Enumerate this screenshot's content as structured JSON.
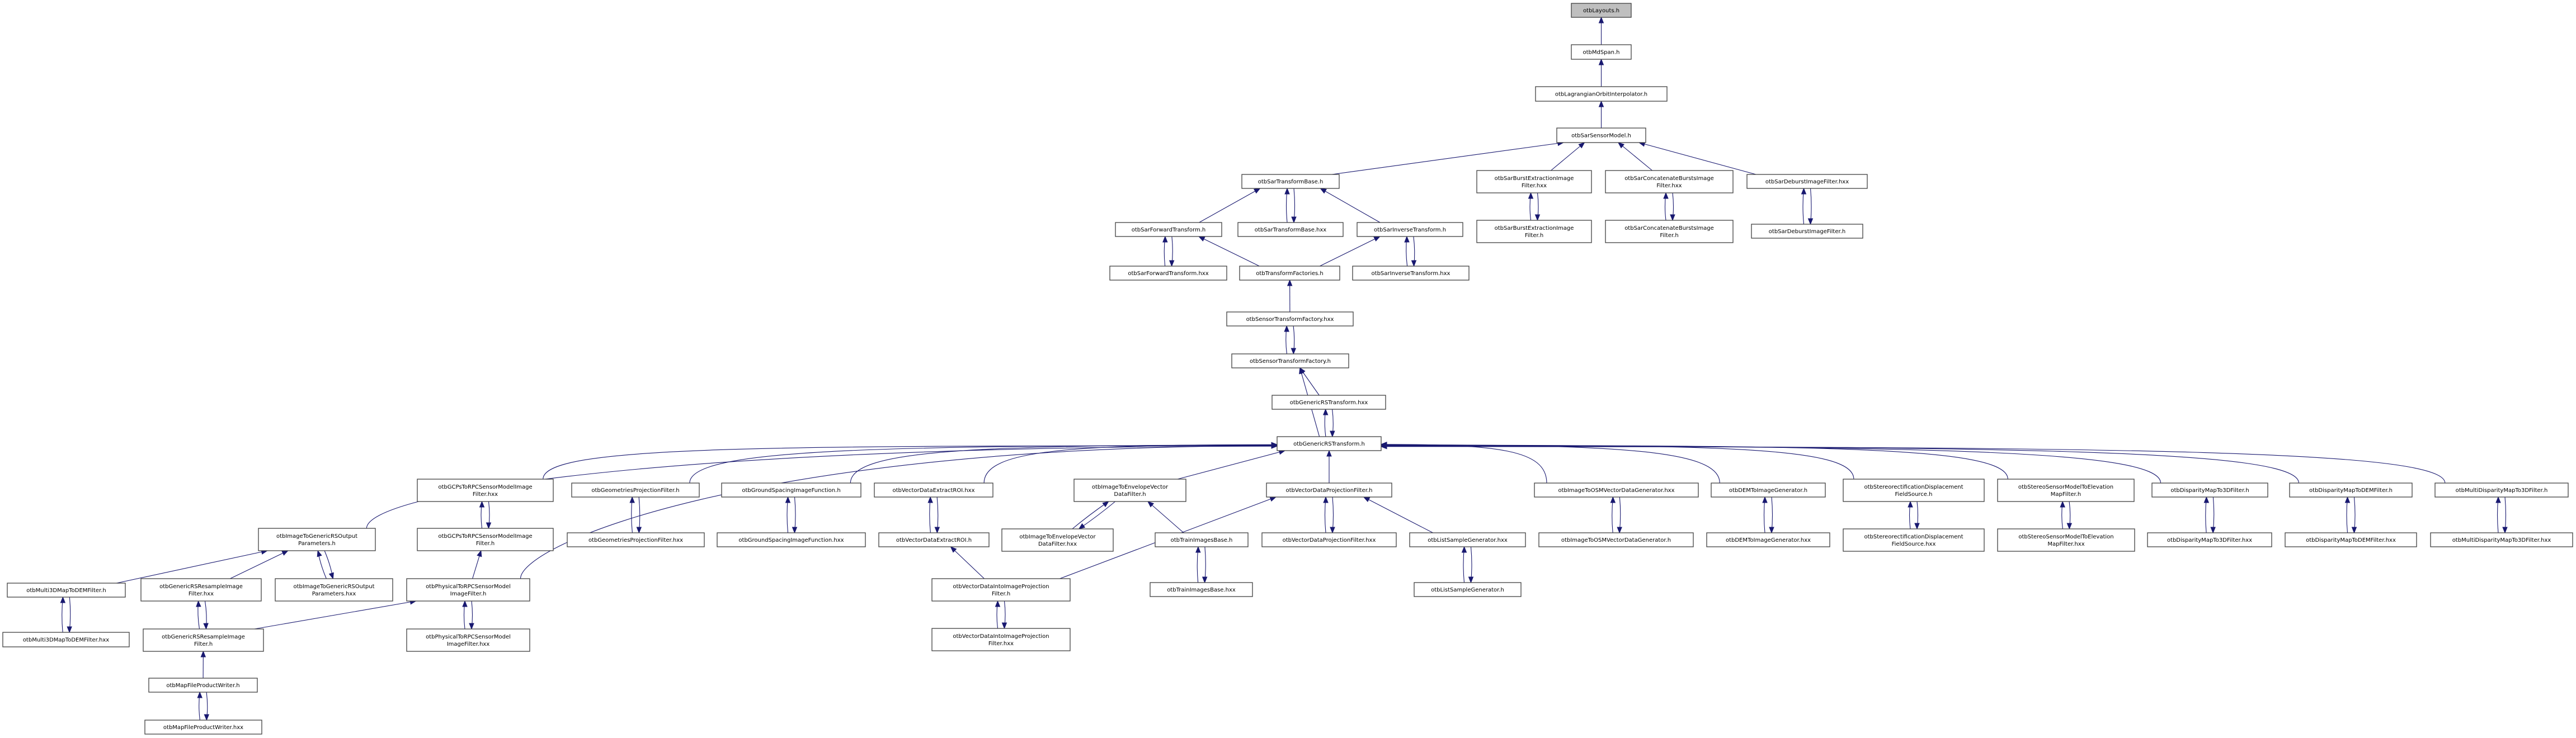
{
  "title": "otbLayouts.h include dependency graph",
  "colors": {
    "edge": "#191970",
    "root_fill": "#bfbfbf",
    "node_fill": "#ffffff",
    "node_border": "#404040"
  },
  "nodes": [
    {
      "id": "layouts_h",
      "lines": [
        "otbLayouts.h"
      ],
      "root": true
    },
    {
      "id": "mdspan_h",
      "lines": [
        "otbMdSpan.h"
      ]
    },
    {
      "id": "lagrange_h",
      "lines": [
        "otbLagrangianOrbitInterpolator.h"
      ]
    },
    {
      "id": "sarsensor_h",
      "lines": [
        "otbSarSensorModel.h"
      ]
    },
    {
      "id": "sartb_h",
      "lines": [
        "otbSarTransformBase.h"
      ]
    },
    {
      "id": "sarburst_hxx",
      "lines": [
        "otbSarBurstExtractionImage",
        "Filter.hxx"
      ]
    },
    {
      "id": "sarconcat_hxx",
      "lines": [
        "otbSarConcatenateBurstsImage",
        "Filter.hxx"
      ]
    },
    {
      "id": "sardeburst_hxx",
      "lines": [
        "otbSarDeburstImageFilter.hxx"
      ]
    },
    {
      "id": "sarfwd_h",
      "lines": [
        "otbSarForwardTransform.h"
      ]
    },
    {
      "id": "sartb_hxx",
      "lines": [
        "otbSarTransformBase.hxx"
      ]
    },
    {
      "id": "sarinv_h",
      "lines": [
        "otbSarInverseTransform.h"
      ]
    },
    {
      "id": "sarburst_h",
      "lines": [
        "otbSarBurstExtractionImage",
        "Filter.h"
      ]
    },
    {
      "id": "sarconcat_h",
      "lines": [
        "otbSarConcatenateBurstsImage",
        "Filter.h"
      ]
    },
    {
      "id": "sardeburst_h",
      "lines": [
        "otbSarDeburstImageFilter.h"
      ]
    },
    {
      "id": "sarfwd_hxx",
      "lines": [
        "otbSarForwardTransform.hxx"
      ]
    },
    {
      "id": "tfactories_h",
      "lines": [
        "otbTransformFactories.h"
      ]
    },
    {
      "id": "sarinv_hxx",
      "lines": [
        "otbSarInverseTransform.hxx"
      ]
    },
    {
      "id": "stf_hxx",
      "lines": [
        "otbSensorTransformFactory.hxx"
      ]
    },
    {
      "id": "stf_h",
      "lines": [
        "otbSensorTransformFactory.h"
      ]
    },
    {
      "id": "grst_hxx",
      "lines": [
        "otbGenericRSTransform.hxx"
      ]
    },
    {
      "id": "grst_h",
      "lines": [
        "otbGenericRSTransform.h"
      ]
    },
    {
      "id": "igrsop_h",
      "lines": [
        "otbImageToGenericRSOutput",
        "Parameters.h"
      ]
    },
    {
      "id": "gcps_hxx",
      "lines": [
        "otbGCPsToRPCSensorModelImage",
        "Filter.hxx"
      ]
    },
    {
      "id": "geomproj_h",
      "lines": [
        "otbGeometriesProjectionFilter.h"
      ]
    },
    {
      "id": "groundsp_h",
      "lines": [
        "otbGroundSpacingImageFunction.h"
      ]
    },
    {
      "id": "vderoi_hxx",
      "lines": [
        "otbVectorDataExtractROI.hxx"
      ]
    },
    {
      "id": "imgenv_h",
      "lines": [
        "otbImageToEnvelopeVector",
        "DataFilter.h"
      ]
    },
    {
      "id": "vdproj_h",
      "lines": [
        "otbVectorDataProjectionFilter.h"
      ]
    },
    {
      "id": "imgosm_hxx",
      "lines": [
        "otbImageToOSMVectorDataGenerator.hxx"
      ]
    },
    {
      "id": "demimg_h",
      "lines": [
        "otbDEMToImageGenerator.h"
      ]
    },
    {
      "id": "stereorect_h",
      "lines": [
        "otbStereorectificationDisplacement",
        "FieldSource.h"
      ]
    },
    {
      "id": "stereosm_h",
      "lines": [
        "otbStereoSensorModelToElevation",
        "MapFilter.h"
      ]
    },
    {
      "id": "disp3d_h",
      "lines": [
        "otbDisparityMapTo3DFilter.h"
      ]
    },
    {
      "id": "dispdem_h",
      "lines": [
        "otbDisparityMapToDEMFilter.h"
      ]
    },
    {
      "id": "multidisp_h",
      "lines": [
        "otbMultiDisparityMapTo3DFilter.h"
      ]
    },
    {
      "id": "gcps_h",
      "lines": [
        "otbGCPsToRPCSensorModelImage",
        "Filter.h"
      ]
    },
    {
      "id": "geomproj_hxx",
      "lines": [
        "otbGeometriesProjectionFilter.hxx"
      ]
    },
    {
      "id": "groundsp_hxx",
      "lines": [
        "otbGroundSpacingImageFunction.hxx"
      ]
    },
    {
      "id": "vderoi_h",
      "lines": [
        "otbVectorDataExtractROI.h"
      ]
    },
    {
      "id": "imgenv_hxx",
      "lines": [
        "otbImageToEnvelopeVector",
        "DataFilter.hxx"
      ]
    },
    {
      "id": "trainimg_h",
      "lines": [
        "otbTrainImagesBase.h"
      ]
    },
    {
      "id": "vdproj_hxx",
      "lines": [
        "otbVectorDataProjectionFilter.hxx"
      ]
    },
    {
      "id": "lsg_hxx",
      "lines": [
        "otbListSampleGenerator.hxx"
      ]
    },
    {
      "id": "imgosm_h",
      "lines": [
        "otbImageToOSMVectorDataGenerator.h"
      ]
    },
    {
      "id": "demimg_hxx",
      "lines": [
        "otbDEMToImageGenerator.hxx"
      ]
    },
    {
      "id": "stereorect_hxx",
      "lines": [
        "otbStereorectificationDisplacement",
        "FieldSource.hxx"
      ]
    },
    {
      "id": "stereosm_hxx",
      "lines": [
        "otbStereoSensorModelToElevation",
        "MapFilter.hxx"
      ]
    },
    {
      "id": "disp3d_hxx",
      "lines": [
        "otbDisparityMapTo3DFilter.hxx"
      ]
    },
    {
      "id": "dispdem_hxx",
      "lines": [
        "otbDisparityMapToDEMFilter.hxx"
      ]
    },
    {
      "id": "multidisp_hxx",
      "lines": [
        "otbMultiDisparityMapTo3DFilter.hxx"
      ]
    },
    {
      "id": "multi3d_h",
      "lines": [
        "otbMulti3DMapToDEMFilter.h"
      ]
    },
    {
      "id": "grsresample_hxx",
      "lines": [
        "otbGenericRSResampleImage",
        "Filter.hxx"
      ]
    },
    {
      "id": "igrsop_hxx",
      "lines": [
        "otbImageToGenericRSOutput",
        "Parameters.hxx"
      ]
    },
    {
      "id": "phys_h",
      "lines": [
        "otbPhysicalToRPCSensorModel",
        "ImageFilter.h"
      ]
    },
    {
      "id": "vdinto_h",
      "lines": [
        "otbVectorDataIntoImageProjection",
        "Filter.h"
      ]
    },
    {
      "id": "trainimg_hxx",
      "lines": [
        "otbTrainImagesBase.hxx"
      ]
    },
    {
      "id": "lsg_h",
      "lines": [
        "otbListSampleGenerator.h"
      ]
    },
    {
      "id": "multi3d_hxx",
      "lines": [
        "otbMulti3DMapToDEMFilter.hxx"
      ]
    },
    {
      "id": "grsresample_h",
      "lines": [
        "otbGenericRSResampleImage",
        "Filter.h"
      ]
    },
    {
      "id": "phys_hxx",
      "lines": [
        "otbPhysicalToRPCSensorModel",
        "ImageFilter.hxx"
      ]
    },
    {
      "id": "vdinto_hxx",
      "lines": [
        "otbVectorDataIntoImageProjection",
        "Filter.hxx"
      ]
    },
    {
      "id": "mfpw_h",
      "lines": [
        "otbMapFileProductWriter.h"
      ]
    },
    {
      "id": "mfpw_hxx",
      "lines": [
        "otbMapFileProductWriter.hxx"
      ]
    }
  ],
  "edges": [
    [
      "mdspan_h",
      "layouts_h"
    ],
    [
      "lagrange_h",
      "mdspan_h"
    ],
    [
      "sarsensor_h",
      "lagrange_h"
    ],
    [
      "sartb_h",
      "sarsensor_h"
    ],
    [
      "sarburst_hxx",
      "sarsensor_h"
    ],
    [
      "sarconcat_hxx",
      "sarsensor_h"
    ],
    [
      "sardeburst_hxx",
      "sarsensor_h"
    ],
    [
      "sarfwd_h",
      "sartb_h"
    ],
    [
      "sartb_hxx",
      "sartb_h"
    ],
    [
      "sartb_h",
      "sartb_hxx"
    ],
    [
      "sarinv_h",
      "sartb_h"
    ],
    [
      "sarburst_h",
      "sarburst_hxx"
    ],
    [
      "sarburst_hxx",
      "sarburst_h"
    ],
    [
      "sarconcat_h",
      "sarconcat_hxx"
    ],
    [
      "sarconcat_hxx",
      "sarconcat_h"
    ],
    [
      "sardeburst_h",
      "sardeburst_hxx"
    ],
    [
      "sardeburst_hxx",
      "sardeburst_h"
    ],
    [
      "sarfwd_hxx",
      "sarfwd_h"
    ],
    [
      "sarfwd_h",
      "sarfwd_hxx"
    ],
    [
      "tfactories_h",
      "sarfwd_h"
    ],
    [
      "tfactories_h",
      "sarinv_h"
    ],
    [
      "sarinv_hxx",
      "sarinv_h"
    ],
    [
      "sarinv_h",
      "sarinv_hxx"
    ],
    [
      "stf_hxx",
      "tfactories_h"
    ],
    [
      "stf_h",
      "stf_hxx"
    ],
    [
      "stf_hxx",
      "stf_h"
    ],
    [
      "grst_hxx",
      "stf_h"
    ],
    [
      "grst_h",
      "stf_h"
    ],
    [
      "grst_h",
      "grst_hxx"
    ],
    [
      "grst_hxx",
      "grst_h"
    ],
    [
      "igrsop_h",
      "grst_h"
    ],
    [
      "gcps_hxx",
      "grst_h"
    ],
    [
      "geomproj_h",
      "grst_h"
    ],
    [
      "groundsp_h",
      "grst_h"
    ],
    [
      "vderoi_hxx",
      "grst_h"
    ],
    [
      "imgenv_h",
      "grst_h"
    ],
    [
      "vdproj_h",
      "grst_h"
    ],
    [
      "imgosm_hxx",
      "grst_h"
    ],
    [
      "demimg_h",
      "grst_h"
    ],
    [
      "stereorect_h",
      "grst_h"
    ],
    [
      "stereosm_h",
      "grst_h"
    ],
    [
      "disp3d_h",
      "grst_h"
    ],
    [
      "dispdem_h",
      "grst_h"
    ],
    [
      "multidisp_h",
      "grst_h"
    ],
    [
      "phys_h",
      "grst_h"
    ],
    [
      "gcps_h",
      "gcps_hxx"
    ],
    [
      "gcps_hxx",
      "gcps_h"
    ],
    [
      "geomproj_hxx",
      "geomproj_h"
    ],
    [
      "geomproj_h",
      "geomproj_hxx"
    ],
    [
      "groundsp_hxx",
      "groundsp_h"
    ],
    [
      "groundsp_h",
      "groundsp_hxx"
    ],
    [
      "vderoi_h",
      "vderoi_hxx"
    ],
    [
      "vderoi_hxx",
      "vderoi_h"
    ],
    [
      "imgenv_hxx",
      "imgenv_h"
    ],
    [
      "imgenv_h",
      "imgenv_hxx"
    ],
    [
      "trainimg_h",
      "imgenv_h"
    ],
    [
      "vdproj_hxx",
      "vdproj_h"
    ],
    [
      "vdproj_h",
      "vdproj_hxx"
    ],
    [
      "lsg_hxx",
      "vdproj_h"
    ],
    [
      "vdinto_h",
      "vdproj_h"
    ],
    [
      "imgosm_h",
      "imgosm_hxx"
    ],
    [
      "imgosm_hxx",
      "imgosm_h"
    ],
    [
      "demimg_hxx",
      "demimg_h"
    ],
    [
      "demimg_h",
      "demimg_hxx"
    ],
    [
      "stereorect_hxx",
      "stereorect_h"
    ],
    [
      "stereorect_h",
      "stereorect_hxx"
    ],
    [
      "stereosm_hxx",
      "stereosm_h"
    ],
    [
      "stereosm_h",
      "stereosm_hxx"
    ],
    [
      "disp3d_hxx",
      "disp3d_h"
    ],
    [
      "disp3d_h",
      "disp3d_hxx"
    ],
    [
      "dispdem_hxx",
      "dispdem_h"
    ],
    [
      "dispdem_h",
      "dispdem_hxx"
    ],
    [
      "multidisp_hxx",
      "multidisp_h"
    ],
    [
      "multidisp_h",
      "multidisp_hxx"
    ],
    [
      "phys_h",
      "gcps_h"
    ],
    [
      "vdinto_h",
      "vderoi_h"
    ],
    [
      "trainimg_hxx",
      "trainimg_h"
    ],
    [
      "trainimg_h",
      "trainimg_hxx"
    ],
    [
      "lsg_h",
      "lsg_hxx"
    ],
    [
      "lsg_hxx",
      "lsg_h"
    ],
    [
      "multi3d_h",
      "igrsop_h"
    ],
    [
      "grsresample_hxx",
      "igrsop_h"
    ],
    [
      "igrsop_hxx",
      "igrsop_h"
    ],
    [
      "igrsop_h",
      "igrsop_hxx"
    ],
    [
      "multi3d_hxx",
      "multi3d_h"
    ],
    [
      "multi3d_h",
      "multi3d_hxx"
    ],
    [
      "grsresample_h",
      "grsresample_hxx"
    ],
    [
      "grsresample_hxx",
      "grsresample_h"
    ],
    [
      "grsresample_h",
      "phys_h"
    ],
    [
      "phys_hxx",
      "phys_h"
    ],
    [
      "phys_h",
      "phys_hxx"
    ],
    [
      "vdinto_hxx",
      "vdinto_h"
    ],
    [
      "vdinto_h",
      "vdinto_hxx"
    ],
    [
      "mfpw_h",
      "grsresample_h"
    ],
    [
      "mfpw_hxx",
      "mfpw_h"
    ],
    [
      "mfpw_h",
      "mfpw_hxx"
    ]
  ]
}
